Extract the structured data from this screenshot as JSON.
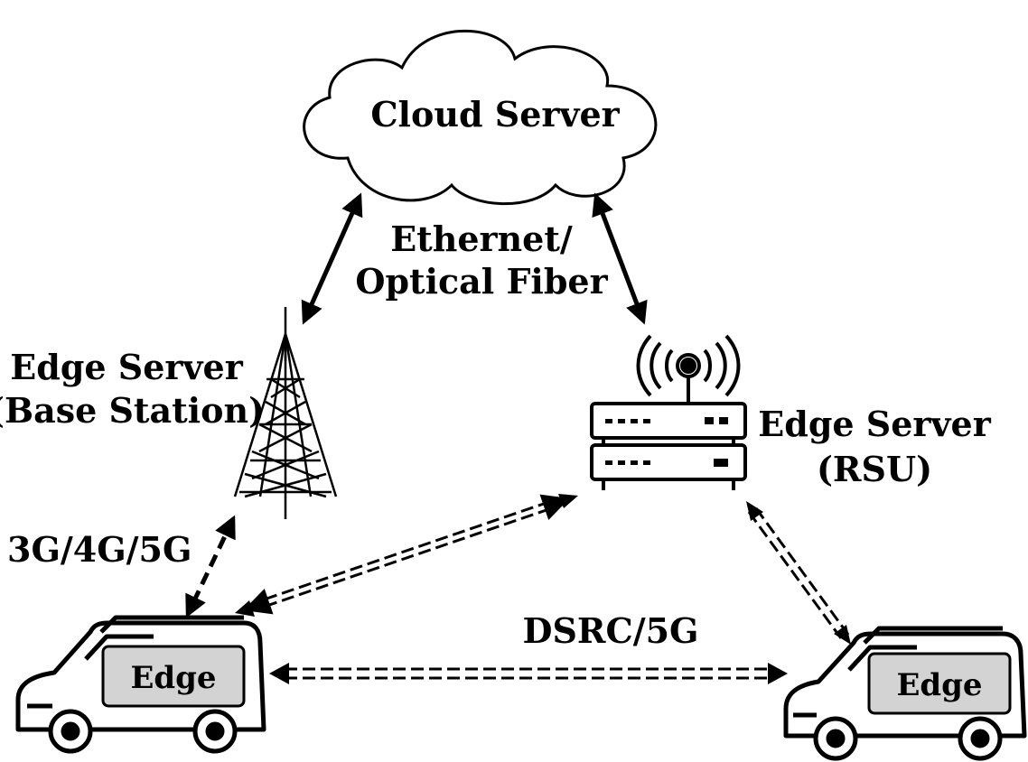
{
  "cloud": {
    "label": "Cloud Server"
  },
  "links": {
    "backhaul": [
      "Ethernet/",
      "Optical Fiber"
    ],
    "cellular": "3G/4G/5G",
    "v2v": "DSRC/5G"
  },
  "base_station": {
    "label_lines": [
      "Edge Server",
      "(Base Station)"
    ],
    "icon": "cell-tower-icon"
  },
  "rsu": {
    "label_lines": [
      "Edge Server",
      "(RSU)"
    ],
    "icon": "router-icon"
  },
  "vehicles": [
    {
      "label": "Edge",
      "icon": "car-icon"
    },
    {
      "label": "Edge",
      "icon": "car-icon"
    }
  ],
  "colors": {
    "ink": "#000000",
    "box_fill": "#d3d3d3",
    "background": "#ffffff"
  }
}
